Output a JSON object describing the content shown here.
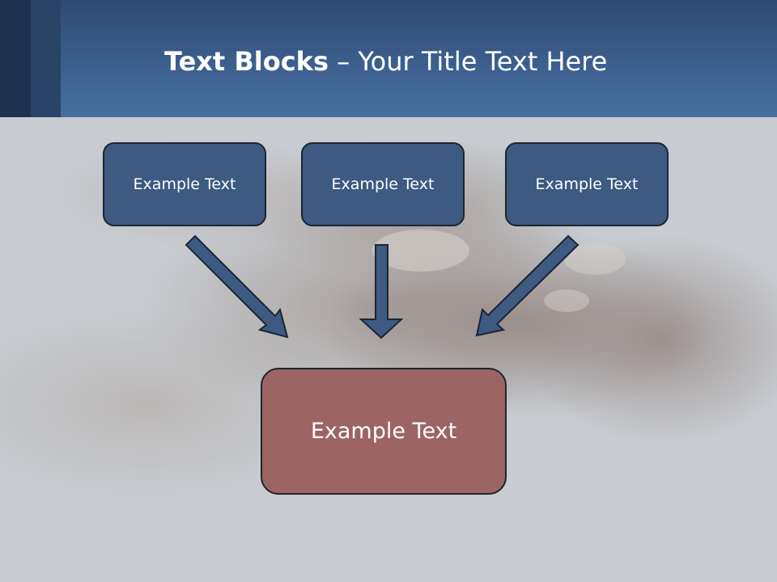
{
  "slide": {
    "title_bold": "Text Blocks",
    "title_dash": " – ",
    "title_rest": "Your Title Text Here"
  },
  "blocks": [
    {
      "label": "Example Text"
    },
    {
      "label": "Example Text"
    },
    {
      "label": "Example Text"
    }
  ],
  "target": {
    "label": "Example Text"
  },
  "colors": {
    "header": "#3c5f8e",
    "block_fill": "#3c5a82",
    "target_fill": "#9c6463",
    "arrow_fill": "#3c5a82"
  }
}
